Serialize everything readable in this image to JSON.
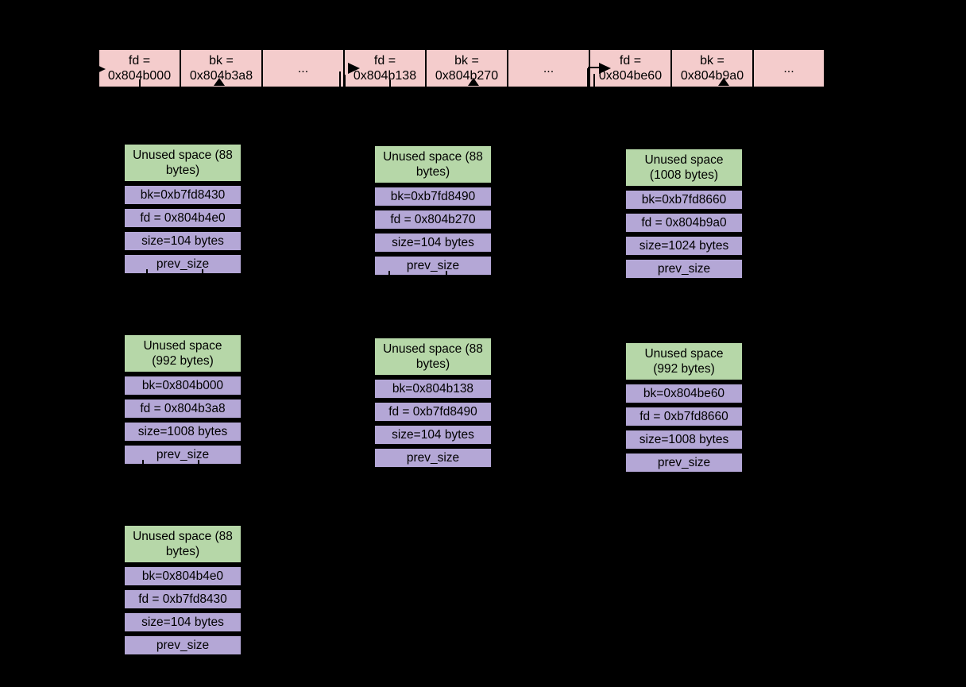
{
  "colors": {
    "pink": "#f4cccc",
    "purple": "#b4a7d6",
    "green": "#b6d7a8",
    "bg": "#000000",
    "line": "#000000",
    "text": "#000000"
  },
  "bin_row": {
    "cells": [
      {
        "line1": "fd =",
        "line2": "0x804b000"
      },
      {
        "line1": "bk =",
        "line2": "0x804b3a8"
      },
      {
        "line1": "...",
        "line2": ""
      },
      {
        "line1": "fd =",
        "line2": "0x804b138"
      },
      {
        "line1": "bk =",
        "line2": "0x804b270"
      },
      {
        "line1": "...",
        "line2": ""
      },
      {
        "line1": "fd =",
        "line2": "0x804be60"
      },
      {
        "line1": "bk =",
        "line2": "0x804b9a0"
      },
      {
        "line1": "...",
        "line2": ""
      }
    ]
  },
  "chunks": [
    {
      "unused_line1": "Unused space (88",
      "unused_line2": "bytes)",
      "bk": "bk=0xb7fd8430",
      "fd": "fd = 0x804b4e0",
      "size": "size=104 bytes",
      "prev": "prev_size"
    },
    {
      "unused_line1": "Unused space (88",
      "unused_line2": "bytes)",
      "bk": "bk=0xb7fd8490",
      "fd": "fd = 0x804b270",
      "size": "size=104 bytes",
      "prev": "prev_size"
    },
    {
      "unused_line1": "Unused space",
      "unused_line2": "(1008 bytes)",
      "bk": "bk=0xb7fd8660",
      "fd": "fd = 0x804b9a0",
      "size": "size=1024 bytes",
      "prev": "prev_size"
    },
    {
      "unused_line1": "Unused space",
      "unused_line2": "(992 bytes)",
      "bk": "bk=0x804b000",
      "fd": "fd = 0x804b3a8",
      "size": "size=1008 bytes",
      "prev": "prev_size"
    },
    {
      "unused_line1": "Unused space (88",
      "unused_line2": "bytes)",
      "bk": "bk=0x804b138",
      "fd": "fd = 0xb7fd8490",
      "size": "size=104 bytes",
      "prev": "prev_size"
    },
    {
      "unused_line1": "Unused space",
      "unused_line2": "(992 bytes)",
      "bk": "bk=0x804be60",
      "fd": "fd = 0xb7fd8660",
      "size": "size=1008 bytes",
      "prev": "prev_size"
    },
    {
      "unused_line1": "Unused space (88",
      "unused_line2": "bytes)",
      "bk": "bk=0x804b4e0",
      "fd": "fd = 0xb7fd8430",
      "size": "size=104 bytes",
      "prev": "prev_size"
    }
  ]
}
